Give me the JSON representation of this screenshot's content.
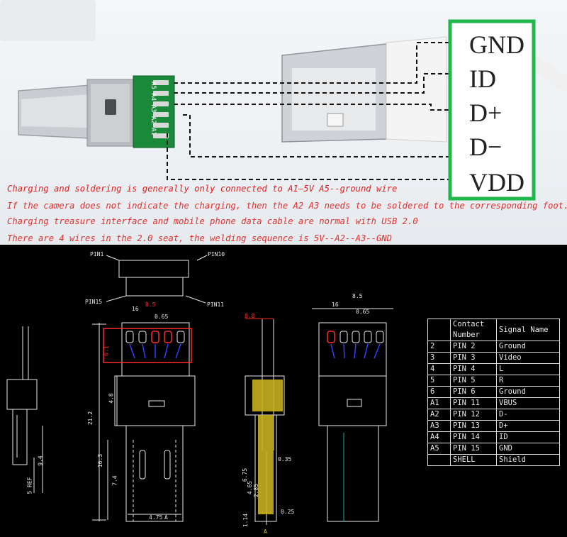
{
  "pin_labels": [
    "GND",
    "ID",
    "D+",
    "D−",
    "VDD"
  ],
  "pcb_label": "A5 A4 A3 A2 A1",
  "notes": [
    "Charging and soldering is generally only connected to A1—5V A5--ground wire",
    "If the camera does not indicate the charging, then the A2 A3 needs to be soldered to the corresponding foot.",
    "Charging treasure interface and mobile phone data cable are normal with USB 2.0",
    "There are 4 wires in the 2.0 seat, the welding sequence is 5V--A2--A3--GND"
  ],
  "cad_labels": {
    "pin1": "PIN1",
    "pin10": "PIN10",
    "pin15": "PIN15",
    "pin11": "PIN11",
    "dim_8_5": "8.5",
    "dim_8_5b": "8.5",
    "dim_16": "16",
    "dim_16b": "16",
    "dim_0_65": "0.65",
    "dim_0_65b": "0.65",
    "dim_8_8": "8.8",
    "dim_6_1": "6.1",
    "dim_4_8": "4.8",
    "dim_21_2": "21.2",
    "dim_16_3": "16.3",
    "dim_7_4": "7.4",
    "dim_9_4": "9.4",
    "dim_5_ref": "5 REF",
    "dim_0_35": "0.35",
    "dim_6_75": "6.75",
    "dim_4_65": "4.65",
    "dim_2_85": "2.85",
    "dim_1_14": "1.14",
    "dim_0_25": "0.25",
    "dim_4_75": "4.75",
    "sec_a": "A",
    "sec_a2": "A"
  },
  "signal_table": {
    "headers": [
      "",
      "Contact Number",
      "Signal Name"
    ],
    "rows": [
      [
        "2",
        "PIN 2",
        "Ground"
      ],
      [
        "3",
        "PIN 3",
        "Video"
      ],
      [
        "4",
        "PIN 4",
        "L"
      ],
      [
        "5",
        "PIN 5",
        "R"
      ],
      [
        "6",
        "PIN 6",
        "Ground"
      ],
      [
        "A1",
        "PIN 11",
        "VBUS"
      ],
      [
        "A2",
        "PIN 12",
        "D-"
      ],
      [
        "A3",
        "PIN 13",
        "D+"
      ],
      [
        "A4",
        "PIN 14",
        "ID"
      ],
      [
        "A5",
        "PIN 15",
        "GND"
      ],
      [
        "",
        "SHELL",
        "Shield"
      ]
    ]
  },
  "colors": {
    "callout_border": "#1fb84a",
    "note_text": "#e02020",
    "pcb_green": "#1a8a3a",
    "cad_bg": "#000000",
    "cad_line": "#e8e8e8",
    "cad_red": "#ff2a2a",
    "cad_blue": "#3040ff"
  }
}
